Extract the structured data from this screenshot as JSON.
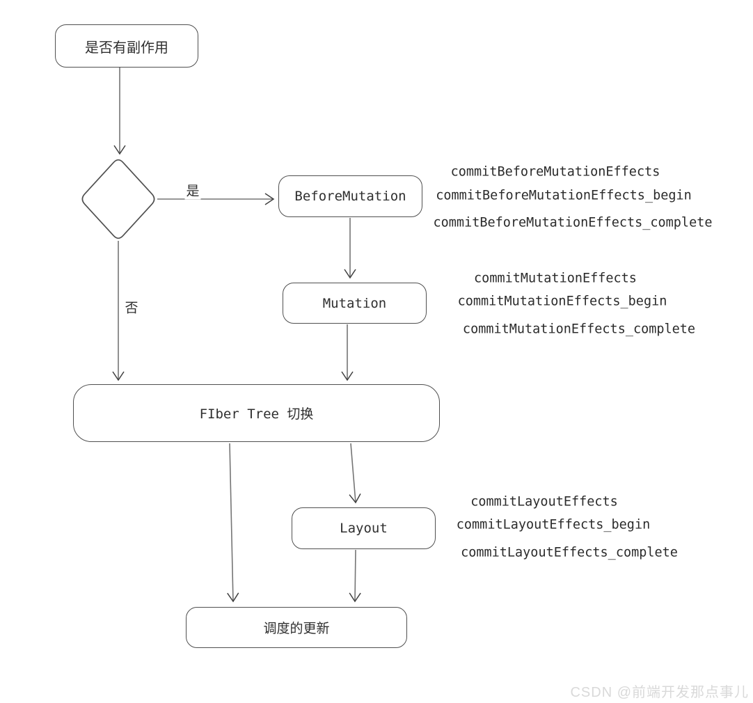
{
  "diagram": {
    "nodes": {
      "start": "是否有副作用",
      "before_mutation": "BeforeMutation",
      "mutation": "Mutation",
      "fiber_tree": "FIber Tree 切换",
      "layout": "Layout",
      "schedule_update": "调度的更新"
    },
    "edge_labels": {
      "yes": "是",
      "no": "否"
    },
    "annotations": {
      "before_mutation": [
        "commitBeforeMutationEffects",
        "commitBeforeMutationEffects_begin",
        "commitBeforeMutationEffects_complete"
      ],
      "mutation": [
        "commitMutationEffects",
        "commitMutationEffects_begin",
        "commitMutationEffects_complete"
      ],
      "layout": [
        "commitLayoutEffects",
        "commitLayoutEffects_begin",
        "commitLayoutEffects_complete"
      ]
    },
    "colors": {
      "background": "#ffffff",
      "box_border": "#4f4f4f",
      "line": "#757575",
      "arrowhead": "#3f3f3f",
      "text": "#2b2b2b",
      "watermark": "#d9d9d9"
    }
  },
  "watermark": "CSDN @前端开发那点事儿"
}
